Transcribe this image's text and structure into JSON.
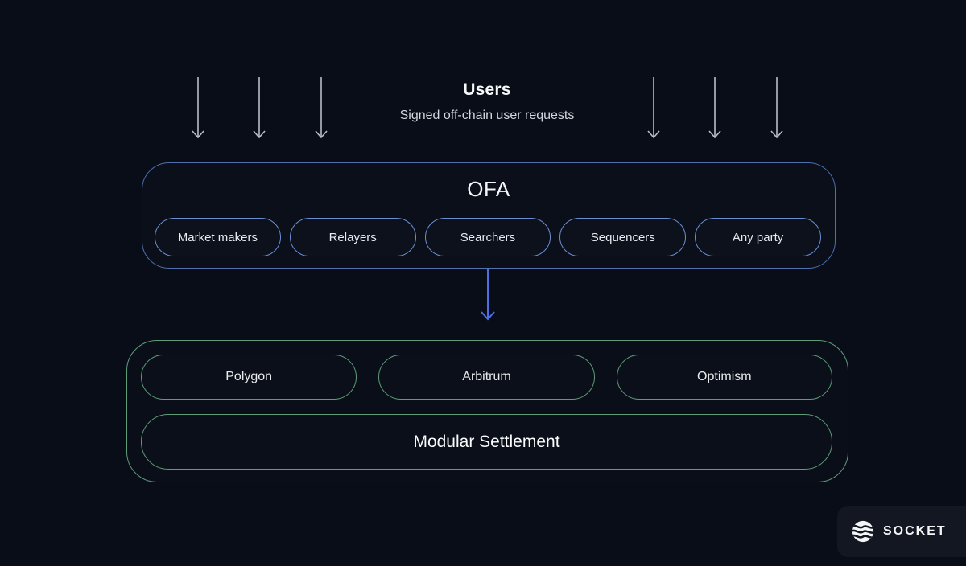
{
  "header": {
    "title": "Users",
    "subtitle": "Signed off-chain user requests"
  },
  "ofa": {
    "title": "OFA",
    "pills": [
      "Market makers",
      "Relayers",
      "Searchers",
      "Sequencers",
      "Any party"
    ]
  },
  "settlement": {
    "chains": [
      "Polygon",
      "Arbitrum",
      "Optimism"
    ],
    "title": "Modular Settlement"
  },
  "branding": {
    "name": "SOCKET",
    "logo_icon": "socket-wave-sphere-icon"
  },
  "colors": {
    "background": "#080d17",
    "ofa_box_border": "#5070b0",
    "ofa_pill_border": "#6b8ed3",
    "green_border": "#5f9c78",
    "connector_arrow_blue": "#4c6fe6",
    "user_arrow_gray": "#b9bdc6"
  }
}
